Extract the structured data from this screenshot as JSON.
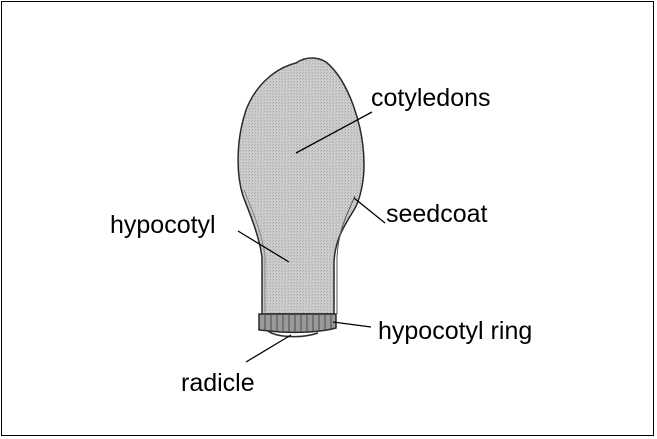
{
  "diagram": {
    "labels": {
      "cotyledons": "cotyledons",
      "seedcoat": "seedcoat",
      "hypocotyl": "hypocotyl",
      "hypocotyl_ring": "hypocotyl ring",
      "radicle": "radicle"
    },
    "colors": {
      "fill": "#c8c8c8",
      "outline": "#2a2a2a",
      "line": "#000000",
      "background": "#ffffff"
    }
  }
}
